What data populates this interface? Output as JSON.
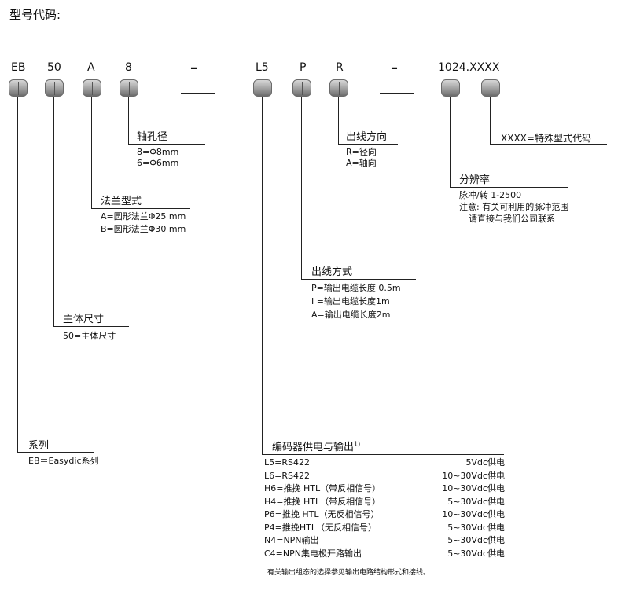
{
  "title": "型号代码:",
  "codes": {
    "eb": "EB",
    "fifty": "50",
    "a": "A",
    "eight": "8",
    "dash1": "–",
    "l5": "L5",
    "p": "P",
    "r": "R",
    "dash2": "–",
    "resolution": "1024.XXXX"
  },
  "sections": {
    "shaft": {
      "heading": "轴孔径",
      "lines": [
        "8=Φ8mm",
        "6=Φ6mm"
      ]
    },
    "flange": {
      "heading": "法兰型式",
      "lines": [
        "A=圆形法兰Φ25 mm",
        "B=圆形法兰Φ30 mm"
      ]
    },
    "body": {
      "heading": "主体尺寸",
      "lines": [
        "50=主体尺寸"
      ]
    },
    "series": {
      "heading": "系列",
      "lines": [
        "EB＝Easydic系列"
      ]
    },
    "direction": {
      "heading": "出线方向",
      "lines": [
        "R=径向",
        "A=轴向"
      ]
    },
    "special": {
      "heading": "XXXX=特殊型式代码"
    },
    "resolution": {
      "heading": "分辨率",
      "lines": [
        "脉冲/转 1-2500",
        "注意: 有关可利用的脉冲范围",
        "请直接与我们公司联系"
      ]
    },
    "outmode": {
      "heading": "出线方式",
      "lines": [
        "P=输出电缆长度 0.5m",
        "I =输出电缆长度1m",
        "A=输出电缆长度2m"
      ]
    },
    "power": {
      "heading": "编码器供电与输出",
      "sup": "1)",
      "rows": [
        {
          "left": "L5=RS422",
          "right": "5Vdc供电"
        },
        {
          "left": "L6=RS422",
          "right": "10~30Vdc供电"
        },
        {
          "left": "H6=推挽 HTL（带反相信号）",
          "right": "10~30Vdc供电"
        },
        {
          "left": "H4=推挽 HTL（带反相信号）",
          "right": "5~30Vdc供电"
        },
        {
          "left": "P6=推挽 HTL（无反相信号）",
          "right": "10~30Vdc供电"
        },
        {
          "left": "P4=推挽HTL（无反相信号）",
          "right": "5~30Vdc供电"
        },
        {
          "left": "N4=NPN输出",
          "right": "5~30Vdc供电"
        },
        {
          "left": "C4=NPN集电极开路输出",
          "right": "5~30Vdc供电"
        }
      ],
      "footnote": "有关输出组态的选择参见输出电路结构形式和接线。"
    }
  }
}
